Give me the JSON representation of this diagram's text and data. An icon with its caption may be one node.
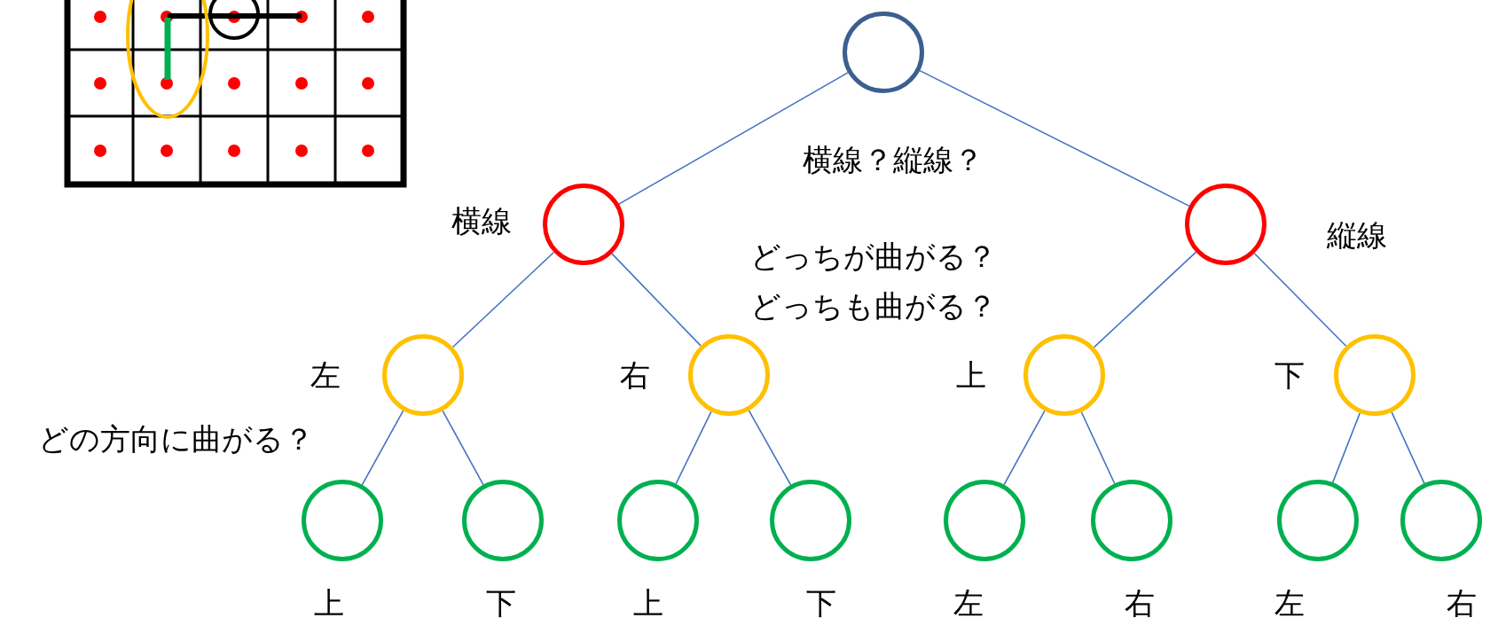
{
  "diagram": {
    "nodes": [
      {
        "text": [],
        "shape": "circle"
      },
      {
        "text": [],
        "shape": "circle",
        "beside": [
          "横線"
        ]
      },
      {
        "text": [],
        "shape": "circle",
        "beside": [
          "縦線"
        ]
      },
      {
        "text": [],
        "shape": "circle",
        "beside": [
          "左"
        ]
      },
      {
        "text": [],
        "shape": "circle",
        "beside": [
          "右"
        ]
      },
      {
        "text": [],
        "shape": "circle",
        "beside": [
          "上"
        ]
      },
      {
        "text": [],
        "shape": "circle",
        "beside": [
          "下"
        ]
      },
      {
        "text": [],
        "shape": "circle",
        "beside": [
          "上"
        ]
      },
      {
        "text": [],
        "shape": "circle",
        "beside": [
          "下"
        ]
      },
      {
        "text": [],
        "shape": "circle",
        "beside": [
          "上"
        ]
      },
      {
        "text": [],
        "shape": "circle",
        "beside": [
          "下"
        ]
      },
      {
        "text": [],
        "shape": "circle",
        "beside": [
          "左"
        ]
      },
      {
        "text": [],
        "shape": "circle",
        "beside": [
          "右"
        ]
      },
      {
        "text": [],
        "shape": "circle",
        "beside": [
          "左"
        ]
      },
      {
        "text": [],
        "shape": "circle",
        "beside": [
          "右"
        ]
      }
    ],
    "edges": [
      {
        "from": 0,
        "to": 1,
        "arrow": "none"
      },
      {
        "from": 0,
        "to": 2,
        "arrow": "none"
      },
      {
        "from": 1,
        "to": 3,
        "arrow": "none"
      },
      {
        "from": 1,
        "to": 4,
        "arrow": "none"
      },
      {
        "from": 2,
        "to": 5,
        "arrow": "none"
      },
      {
        "from": 2,
        "to": 6,
        "arrow": "none"
      },
      {
        "from": 3,
        "to": 7,
        "arrow": "none"
      },
      {
        "from": 3,
        "to": 8,
        "arrow": "none"
      },
      {
        "from": 4,
        "to": 9,
        "arrow": "none"
      },
      {
        "from": 4,
        "to": 10,
        "arrow": "none"
      },
      {
        "from": 5,
        "to": 11,
        "arrow": "none"
      },
      {
        "from": 5,
        "to": 12,
        "arrow": "none"
      },
      {
        "from": 6,
        "to": 13,
        "arrow": "none"
      },
      {
        "from": 6,
        "to": 14,
        "arrow": "none"
      }
    ],
    "labels": [
      "横線？縦線？",
      "どっちが曲がる？",
      "どっちも曲がる？",
      "どの方向に曲がる？"
    ]
  }
}
